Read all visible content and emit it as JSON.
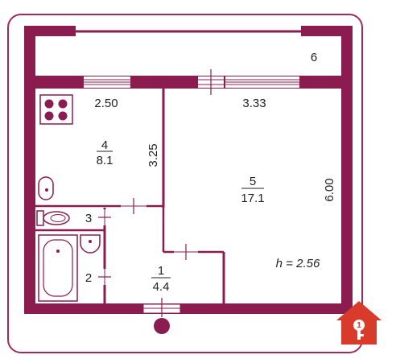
{
  "colors": {
    "wall": "#8b1c4f",
    "frame": "#a02a5c",
    "logo": "#d93b2b",
    "text": "#222222",
    "fixture": "#8b1c4f"
  },
  "rooms": {
    "balcony": {
      "number": "6"
    },
    "kitchen": {
      "number": "4",
      "area": "8.1"
    },
    "living": {
      "number": "5",
      "area": "17.1"
    },
    "hall": {
      "number": "1",
      "area": "4.4"
    },
    "toilet": {
      "number": "3"
    },
    "bathroom": {
      "number": "2"
    }
  },
  "dimensions": {
    "kitchen_width": "2.50",
    "living_width": "3.33",
    "kitchen_depth": "3.25",
    "living_depth": "6.00"
  },
  "ceiling_height": "h = 2.56",
  "logo": {
    "icon": "house-key-icon",
    "label": "1"
  }
}
